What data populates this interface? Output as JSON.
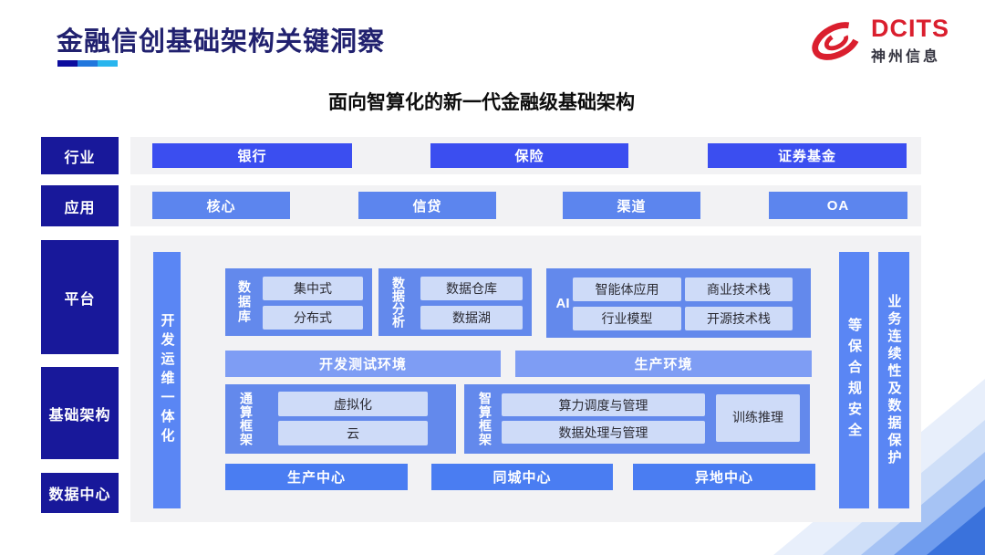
{
  "header": {
    "title": "金融信创基础架构关键洞察",
    "subtitle": "面向智算化的新一代金融级基础架构",
    "logo": {
      "brand": "DCITS",
      "company": "神州信息"
    }
  },
  "sidebar": {
    "industry": "行业",
    "application": "应用",
    "platform": "平台",
    "infrastructure": "基础架构",
    "datacenter": "数据中心"
  },
  "industry_row": [
    "银行",
    "保险",
    "证券基金"
  ],
  "application_row": [
    "核心",
    "信贷",
    "渠道",
    "OA"
  ],
  "platform": {
    "devops_bar": "开发运维一体化",
    "security_bar": "等保合规安全",
    "continuity_bar": "业务连续性及数据保护",
    "database": {
      "label": "数据库",
      "items": [
        "集中式",
        "分布式"
      ]
    },
    "analytics": {
      "label": "数据分析",
      "items": [
        "数据仓库",
        "数据湖"
      ]
    },
    "ai": {
      "label": "AI",
      "items": [
        "智能体应用",
        "商业技术栈",
        "行业模型",
        "开源技术栈"
      ]
    },
    "environments": [
      "开发测试环境",
      "生产环境"
    ],
    "general_compute": {
      "label": "通算框架",
      "items": [
        "虚拟化",
        "云"
      ]
    },
    "intelligent_compute": {
      "label": "智算框架",
      "items": [
        "算力调度与管理",
        "数据处理与管理"
      ],
      "side_box": "训练推理"
    },
    "centers": [
      "生产中心",
      "同城中心",
      "异地中心"
    ]
  },
  "colors": {
    "title_navy": "#21216f",
    "brand_red": "#da1f2e",
    "sidebar_navy": "#18189a",
    "industry_blue": "#3b4ef0",
    "application_blue": "#5c85ee",
    "bar_blue": "#5a86f4",
    "group_blue": "#6389ec",
    "environment_blue": "#7e9df4",
    "center_blue": "#4a7df2",
    "inner_light": "#cedbf8",
    "panel_gray": "#f2f2f4"
  }
}
